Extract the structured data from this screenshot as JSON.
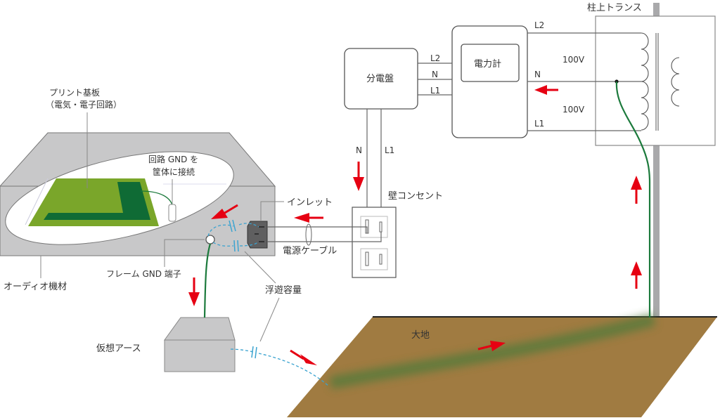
{
  "diagram": {
    "labels": {
      "pcb": "プリント基板",
      "pcb_sub": "（電気・電子回路）",
      "circuit_gnd_line1": "回路 GND を",
      "circuit_gnd_line2": "筐体に接続",
      "audio_device": "オーディオ機材",
      "frame_gnd": "フレーム GND 端子",
      "inlet": "インレット",
      "power_cable": "電源ケーブル",
      "wall_outlet": "壁コンセント",
      "stray_capacitance": "浮遊容量",
      "virtual_earth": "仮想アース",
      "ground": "大地",
      "distribution_board": "分電盤",
      "power_meter": "電力計",
      "pole_transformer": "柱上トランス"
    },
    "wire_labels": {
      "board_to_meter": [
        "L2",
        "N",
        "L1"
      ],
      "board_to_outlet": [
        "N",
        "L1"
      ],
      "meter_to_transformer": [
        "L2",
        "N",
        "L1"
      ]
    },
    "voltages": [
      "100V",
      "100V"
    ],
    "colors": {
      "chassis": "#c8c8c9",
      "pcb_light": "#7aa62a",
      "pcb_dark": "#0f6b35",
      "earth": "#a07b41",
      "current_path": "#1c7a3c",
      "arrow": "#e60012",
      "stray_cap": "#3ba3d0",
      "pole": "#a9a9ab"
    }
  }
}
